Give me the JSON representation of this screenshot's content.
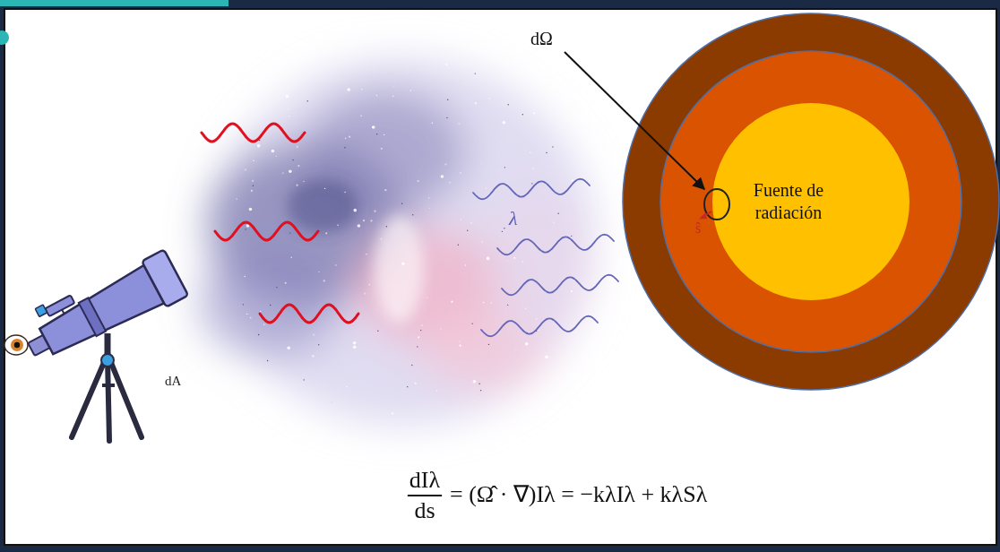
{
  "diagram": {
    "nodes": [
      {
        "text": [
          "Fuente de radiación"
        ]
      }
    ],
    "labels": [
      "dΩ",
      "ŝ",
      "λ",
      "dA",
      "dIλ",
      "ds",
      "= (Ω̂ · ∇)Iλ = −kλIλ + kλSλ"
    ]
  }
}
